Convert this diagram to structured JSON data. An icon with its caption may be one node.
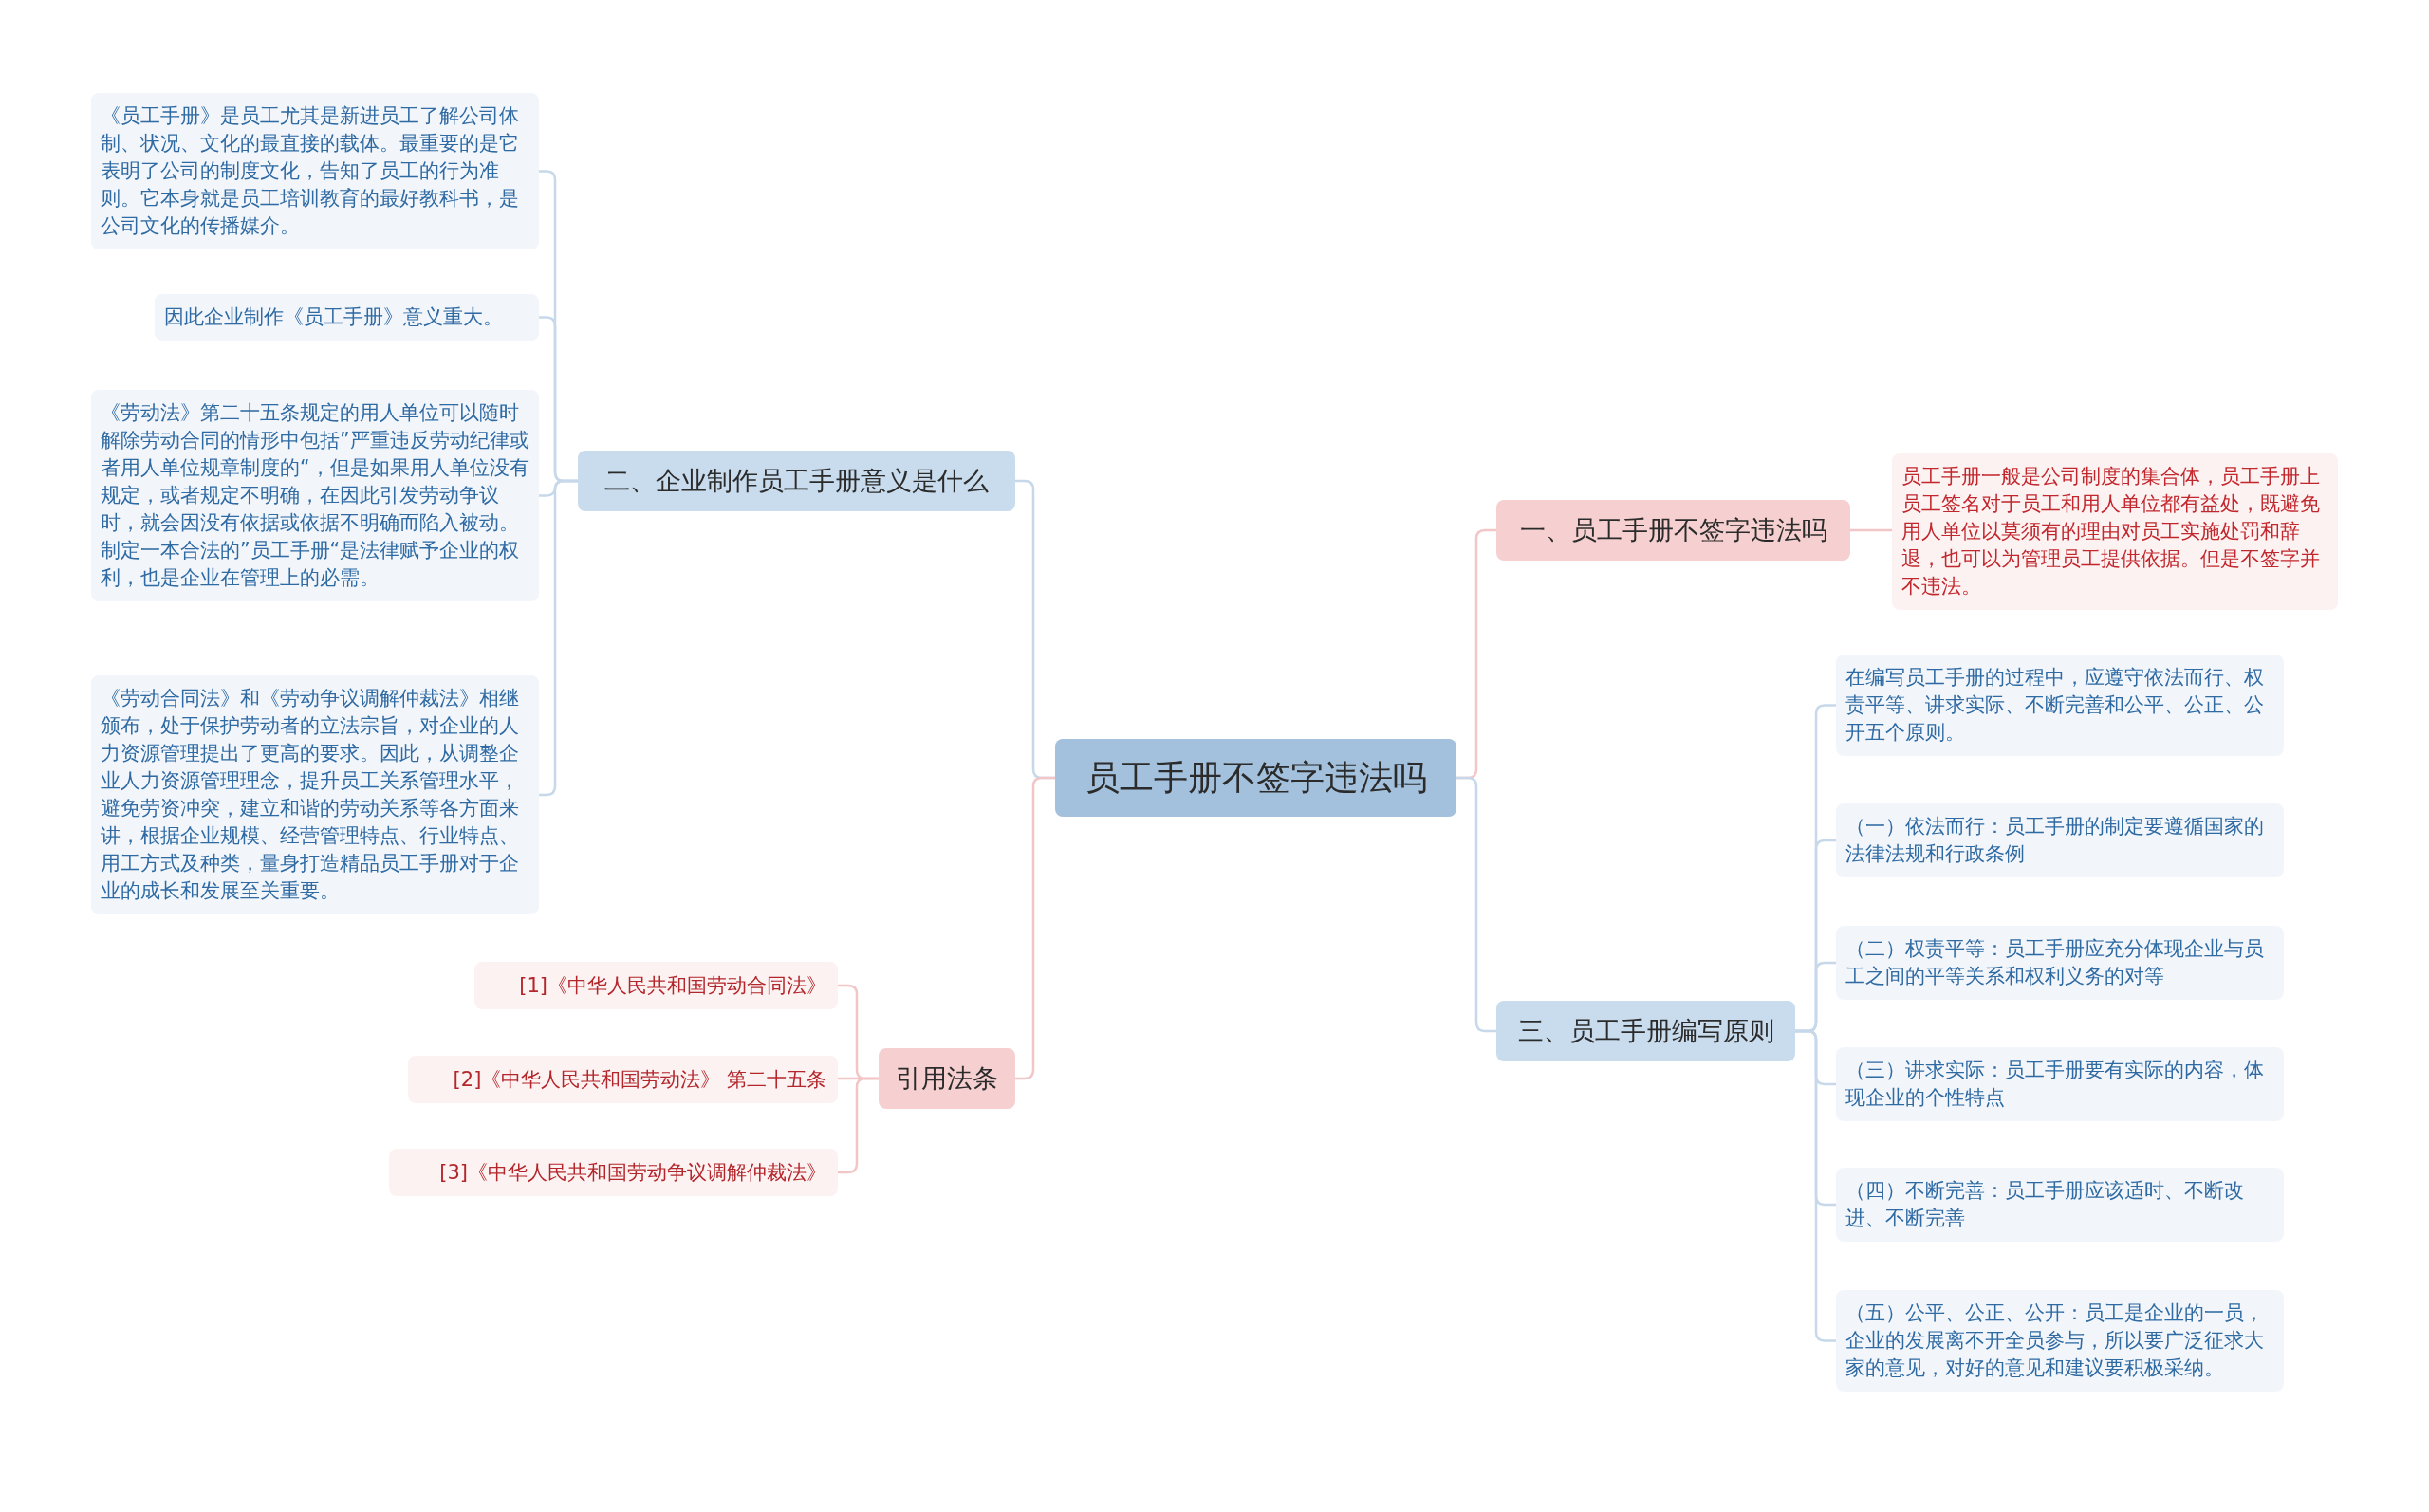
{
  "diagram": {
    "nodes": [
      {
        "text": [
          "员工手册不签字违法吗"
        ]
      },
      {
        "text": [
          "二、企业制作员工手册意义是什么"
        ]
      },
      {
        "text": [
          "《员工手册》是员工尤其是新进员工了解公司体制、状况、文化的最直接的载体。最重要的是它表明了公司的制度文化，告知了员工的行为准则。它本身就是员工培训教育的最好教科书，是公司文化的传播媒介。"
        ]
      },
      {
        "text": [
          "因此企业制作《员工手册》意义重大。"
        ]
      },
      {
        "text": [
          "《劳动法》第二十五条规定的用人单位可以随时解除劳动合同的情形中包括”严重违反劳动纪律或者用人单位规章制度的“，但是如果用人单位没有规定，或者规定不明确，在因此引发劳动争议时，就会因没有依据或依据不明确而陷入被动。制定一本合法的”员工手册“是法律赋予企业的权利，也是企业在管理上的必需。"
        ]
      },
      {
        "text": [
          "《劳动合同法》和《劳动争议调解仲裁法》相继颁布，处于保护劳动者的立法宗旨，对企业的人力资源管理提出了更高的要求。因此，从调整企业人力资源管理理念，提升员工关系管理水平，避免劳资冲突，建立和谐的劳动关系等各方面来讲，根据企业规模、经营管理特点、行业特点、用工方式及种类，量身打造精品员工手册对于企业的成长和发展至关重要。"
        ]
      },
      {
        "text": [
          "引用法条"
        ]
      },
      {
        "text": [
          "[1]《中华人民共和国劳动合同法》"
        ]
      },
      {
        "text": [
          "[2]《中华人民共和国劳动法》 第二十五条"
        ]
      },
      {
        "text": [
          "[3]《中华人民共和国劳动争议调解仲裁法》"
        ]
      },
      {
        "text": [
          "一、员工手册不签字违法吗"
        ]
      },
      {
        "text": [
          "员工手册一般是公司制度的集合体，员工手册上员工签名对于员工和用人单位都有益处，既避免用人单位以莫须有的理由对员工实施处罚和辞退，也可以为管理员工提供依据。但是不签字并不违法。"
        ]
      },
      {
        "text": [
          "三、员工手册编写原则"
        ]
      },
      {
        "text": [
          "在编写员工手册的过程中，应遵守依法而行、权责平等、讲求实际、不断完善和公平、公正、公开五个原则。"
        ]
      },
      {
        "text": [
          "（一）依法而行：员工手册的制定要遵循国家的法律法规和行政条例"
        ]
      },
      {
        "text": [
          "（二）权责平等：员工手册应充分体现企业与员工之间的平等关系和权利义务的对等"
        ]
      },
      {
        "text": [
          "（三）讲求实际：员工手册要有实际的内容，体现企业的个性特点"
        ]
      },
      {
        "text": [
          "（四）不断完善：员工手册应该适时、不断改进、不断完善"
        ]
      },
      {
        "text": [
          "（五）公平、公正、公开：员工是企业的一员，企业的发展离不开全员参与，所以要广泛征求大家的意见，对好的意见和建议要积极采纳。"
        ]
      }
    ],
    "edges": [
      {
        "from": 0,
        "to": 1,
        "arrow": "none"
      },
      {
        "from": 1,
        "to": 2,
        "arrow": "none"
      },
      {
        "from": 1,
        "to": 3,
        "arrow": "none"
      },
      {
        "from": 1,
        "to": 4,
        "arrow": "none"
      },
      {
        "from": 1,
        "to": 5,
        "arrow": "none"
      },
      {
        "from": 0,
        "to": 6,
        "arrow": "none",
        "color": "#f2c6c6"
      },
      {
        "from": 6,
        "to": 7,
        "arrow": "none",
        "color": "#f2c6c6"
      },
      {
        "from": 6,
        "to": 8,
        "arrow": "none",
        "color": "#f2c6c6"
      },
      {
        "from": 6,
        "to": 9,
        "arrow": "none",
        "color": "#f2c6c6"
      },
      {
        "from": 0,
        "to": 10,
        "arrow": "none",
        "color": "#f2c6c6"
      },
      {
        "from": 10,
        "to": 11,
        "arrow": "none",
        "color": "#f2c6c6"
      },
      {
        "from": 0,
        "to": 12,
        "arrow": "none"
      },
      {
        "from": 12,
        "to": 13,
        "arrow": "none"
      },
      {
        "from": 12,
        "to": 14,
        "arrow": "none"
      },
      {
        "from": 12,
        "to": 15,
        "arrow": "none"
      },
      {
        "from": 12,
        "to": 16,
        "arrow": "none"
      },
      {
        "from": 12,
        "to": 17,
        "arrow": "none"
      },
      {
        "from": 12,
        "to": 18,
        "arrow": "none"
      }
    ]
  }
}
